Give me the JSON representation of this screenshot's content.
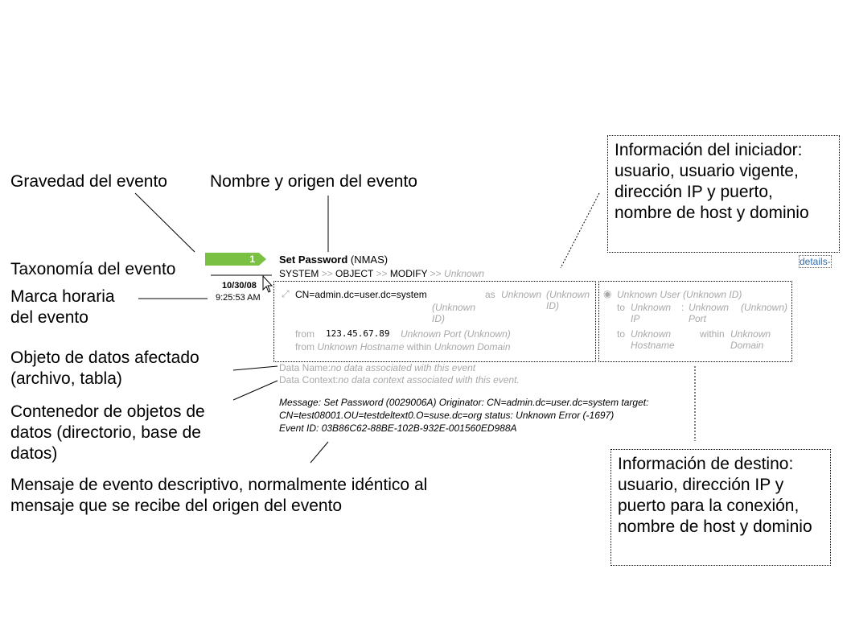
{
  "annotations": {
    "severity": "Gravedad del evento",
    "name_source": "Nombre y origen del evento",
    "taxonomy": "Taxonomía del evento",
    "timestamp": "Marca horaria del evento",
    "data_object": "Objeto de datos afectado (archivo, tabla)",
    "container": "Contenedor de objetos de datos (directorio, base de datos)",
    "message": "Mensaje de evento descriptivo, normalmente idéntico al mensaje que se recibe del origen del evento",
    "initiator": "Información del iniciador: usuario, usuario vigente, dirección IP y puerto, nombre de host y dominio",
    "target": "Información de destino: usuario, dirección IP y puerto para la conexión, nombre de host y dominio"
  },
  "event": {
    "severity": "1",
    "severity_color": "#7ac143",
    "name": "Set Password",
    "source": "(NMAS)",
    "taxonomy": [
      "SYSTEM",
      ">>",
      "OBJECT",
      ">>",
      "MODIFY",
      ">>",
      "Unknown"
    ],
    "date": "10/30/08",
    "time": "9:25:53 AM",
    "details_link": "details-",
    "initiator": {
      "user": "CN=admin.dc=user.dc=system",
      "as": "as",
      "effective": "Unknown",
      "effective_id": "(Unknown ID)",
      "user_id": "(Unknown ID)",
      "from": "from",
      "ip": "123.45.67.89",
      "port": "Unknown Port",
      "port_name": "(Unknown)",
      "from2": "from",
      "host": "Unknown Hostname",
      "within": "within",
      "domain": "Unknown Domain"
    },
    "target": {
      "user": "Unknown User",
      "user_id": "(Unknown ID)",
      "to": "to",
      "ip": "Unknown IP",
      "sep": ":",
      "port": "Unknown Port",
      "port_name": "(Unknown)",
      "to2": "to",
      "host": "Unknown Hostname",
      "within": "within",
      "domain": "Unknown Domain"
    },
    "data_name_label": "Data Name:",
    "data_name": "no data associated with this event",
    "data_context_label": "Data Context:",
    "data_context": "no data context associated with this event.",
    "message_lines": [
      "Message: Set Password (0029006A) Originator: CN=admin.dc=user.dc=system target:",
      "CN=test08001.OU=testdeltext0.O=suse.dc=org status: Unknown Error (-1697)",
      "Event ID: 03B86C62-88BE-102B-932E-001560ED988A"
    ]
  }
}
